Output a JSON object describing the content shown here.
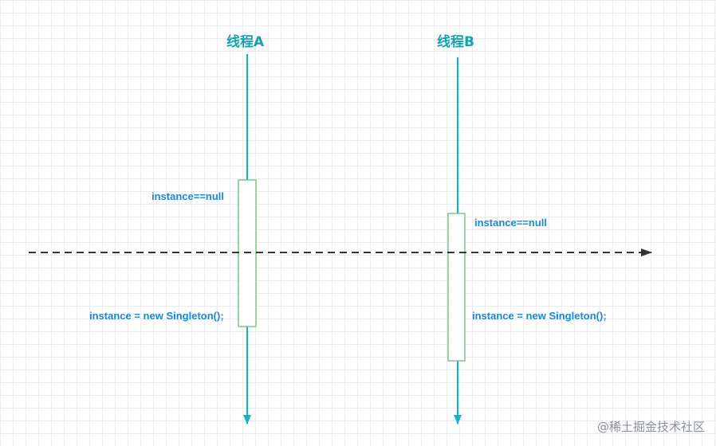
{
  "threads": [
    {
      "name": "线程A",
      "labels": [
        "instance==null",
        "instance = new Singleton();"
      ]
    },
    {
      "name": "线程B",
      "labels": [
        "instance==null",
        "instance = new Singleton();"
      ]
    }
  ],
  "colors": {
    "lifeline": "#13b5c3",
    "activation_border": "#7cc38e",
    "title": "#13a3b0",
    "label": "#1a86d8",
    "dashed_line": "#333333",
    "grid": "#ebebeb"
  },
  "watermark": "@稀土掘金技术社区"
}
